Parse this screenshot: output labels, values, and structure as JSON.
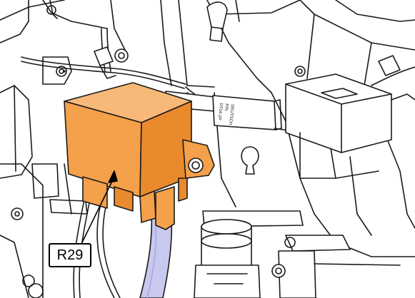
{
  "callout": {
    "label": "R29"
  },
  "connector_text": {
    "line1": "DEUTSCH",
    "line2": "P/N",
    "line3": "DT04-2P"
  },
  "colors": {
    "relay_front": "#f5a04a",
    "relay_top": "#f8b978",
    "relay_side": "#e98a2d",
    "hose": "#c9c8ee",
    "line": "#1a1a1a"
  }
}
